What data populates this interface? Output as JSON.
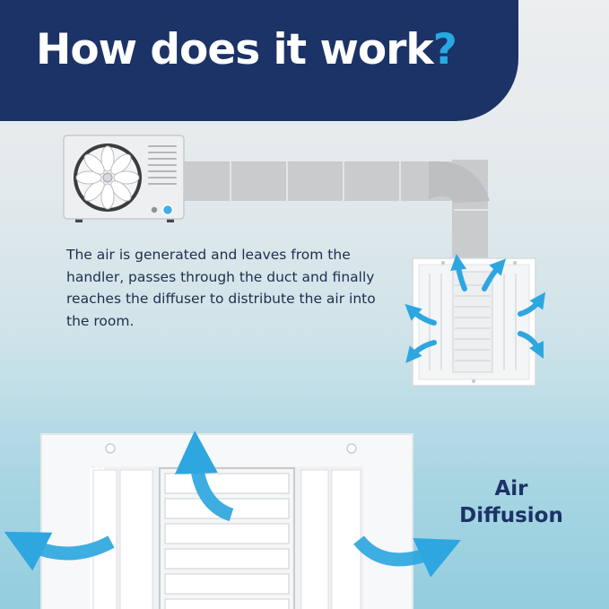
{
  "headline": {
    "text": "How does it work",
    "punctuation": "?",
    "text_color": "#FFFFFF",
    "accent_color": "#27A9E1",
    "band_color": "#1B3366"
  },
  "description": "The air is generated and leaves from the handler, passes through the duct and finally reaches the diffuser to distribute the air into the room.",
  "caption": {
    "line1": "Air",
    "line2": "Diffusion"
  },
  "icons": {
    "unit": "ac-outdoor-unit-icon",
    "fan": "fan-icon",
    "duct": "duct-icon",
    "small_diffuser": "ceiling-diffuser-icon",
    "large_diffuser": "ceiling-diffuser-closeup-icon",
    "airflow": "airflow-arrow-icon"
  },
  "colors": {
    "airflow_arrow": "#2EA6E0",
    "duct": "#C9CBCD",
    "unit_body": "#EEEFF0",
    "unit_led": "#3DAEE9"
  }
}
